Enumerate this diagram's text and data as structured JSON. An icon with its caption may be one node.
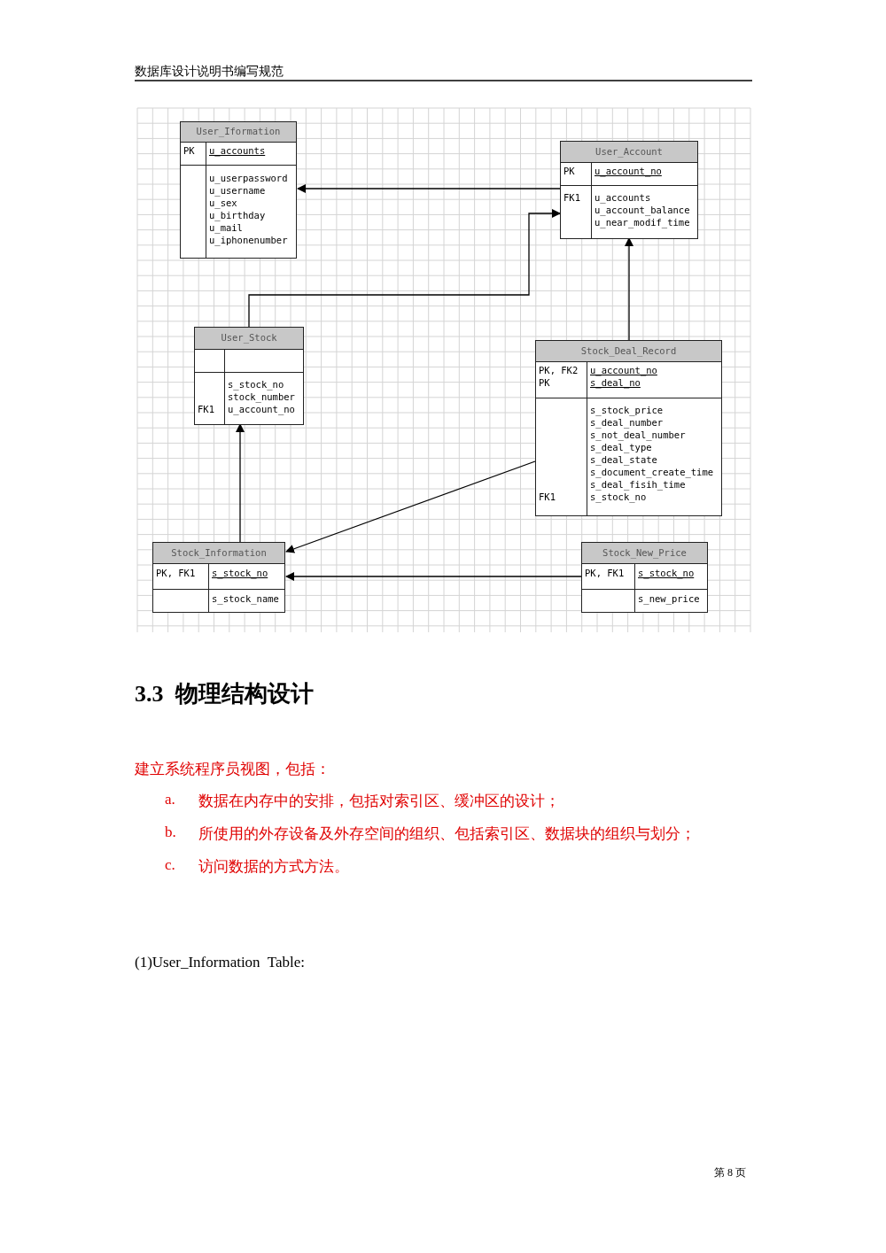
{
  "diagram": {
    "nodes": [
      {
        "text": [
          "User_Iformation",
          "PK",
          "u_accounts",
          "u_userpassword",
          "u_username",
          "u_sex",
          "u_birthday",
          "u_mail",
          "u_iphonenumber"
        ]
      },
      {
        "text": [
          "User_Account",
          "PK",
          "u_account_no",
          "FK1",
          "u_accounts",
          "u_account_balance",
          "u_near_modif_time"
        ]
      },
      {
        "text": [
          "User_Stock",
          "s_stock_no",
          "stock_number",
          "FK1",
          "u_account_no"
        ]
      },
      {
        "text": [
          "Stock_Deal_Record",
          "PK, FK2",
          "PK",
          "u_account_no",
          "s_deal_no",
          "s_stock_price",
          "s_deal_number",
          "s_not_deal_number",
          "s_deal_type",
          "s_deal_state",
          "s_document_create_time",
          "s_deal_fisih_time",
          "FK1",
          "s_stock_no"
        ]
      },
      {
        "text": [
          "Stock_Information",
          "PK, FK1",
          "s_stock_no",
          "s_stock_name"
        ]
      },
      {
        "text": [
          "Stock_New_Price",
          "PK, FK1",
          "s_stock_no",
          "s_new_price"
        ]
      }
    ],
    "edges": [
      {
        "from": 1,
        "to": 0,
        "arrow": "to"
      },
      {
        "from": 2,
        "to": 1,
        "arrow": "to"
      },
      {
        "from": 3,
        "to": 1,
        "arrow": "to"
      },
      {
        "from": 4,
        "to": 2,
        "arrow": "to"
      },
      {
        "from": 3,
        "to": 4,
        "arrow": "to"
      },
      {
        "from": 5,
        "to": 4,
        "arrow": "to"
      }
    ],
    "labels": [
      "数据库设计说明书编写规范",
      "3.3  物理结构设计",
      "建立系统程序员视图，包括：",
      "a.",
      "数据在内存中的安排，包括对索引区、缓冲区的设计；",
      "b.",
      "所使用的外存设备及外存空间的组织、包括索引区、数据块的组织与划分；",
      "c.",
      "访问数据的方式方法。",
      "(1)User_Information  Table:",
      "第 8 页"
    ]
  }
}
